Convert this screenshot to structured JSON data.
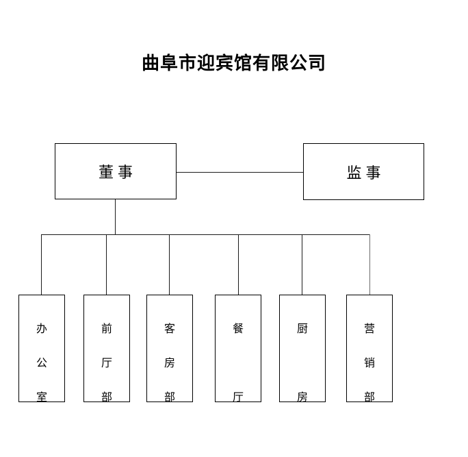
{
  "document": {
    "title": "曲阜市迎宾馆有限公司",
    "type": "organizational-chart",
    "background_color": "#ffffff",
    "line_color": "#1a1a1a"
  },
  "chart_data": {
    "type": "diagram",
    "title": "曲阜市迎宾馆有限公司",
    "levels": [
      {
        "level": 1,
        "nodes": [
          {
            "id": "director",
            "label": "董事",
            "orientation": "horizontal"
          },
          {
            "id": "supervisor",
            "label": "监事",
            "orientation": "horizontal"
          }
        ]
      },
      {
        "level": 2,
        "parent": "director",
        "nodes": [
          {
            "id": "office",
            "label": "办公室",
            "chars": [
              "办",
              "公",
              "室"
            ]
          },
          {
            "id": "front-desk",
            "label": "前厅部",
            "chars": [
              "前",
              "厅",
              "部"
            ]
          },
          {
            "id": "housekeep",
            "label": "客房部",
            "chars": [
              "客",
              "房",
              "部"
            ]
          },
          {
            "id": "restaurant",
            "label": "餐厅",
            "chars": [
              "餐",
              "厅"
            ]
          },
          {
            "id": "kitchen",
            "label": "厨房",
            "chars": [
              "厨",
              "房"
            ]
          },
          {
            "id": "marketing",
            "label": "营销部",
            "chars": [
              "营",
              "销",
              "部"
            ]
          }
        ]
      }
    ],
    "edges": [
      {
        "from": "director",
        "to": "supervisor",
        "style": "horizontal-peer"
      },
      {
        "from": "director",
        "to": "office",
        "style": "bus-drop"
      },
      {
        "from": "director",
        "to": "front-desk",
        "style": "bus-drop"
      },
      {
        "from": "director",
        "to": "housekeep",
        "style": "bus-drop"
      },
      {
        "from": "director",
        "to": "restaurant",
        "style": "bus-drop"
      },
      {
        "from": "director",
        "to": "kitchen",
        "style": "bus-drop"
      },
      {
        "from": "director",
        "to": "marketing",
        "style": "bus-drop"
      }
    ]
  },
  "nodes": {
    "director": {
      "label": "董事"
    },
    "supervisor": {
      "label": "监事"
    },
    "departments": [
      {
        "label": "办公室",
        "chars": [
          "办",
          "公",
          "室"
        ]
      },
      {
        "label": "前厅部",
        "chars": [
          "前",
          "厅",
          "部"
        ]
      },
      {
        "label": "客房部",
        "chars": [
          "客",
          "房",
          "部"
        ]
      },
      {
        "label": "餐厅",
        "chars": [
          "餐",
          "厅"
        ]
      },
      {
        "label": "厨房",
        "chars": [
          "厨",
          "房"
        ]
      },
      {
        "label": "营销部",
        "chars": [
          "营",
          "销",
          "部"
        ]
      }
    ]
  }
}
